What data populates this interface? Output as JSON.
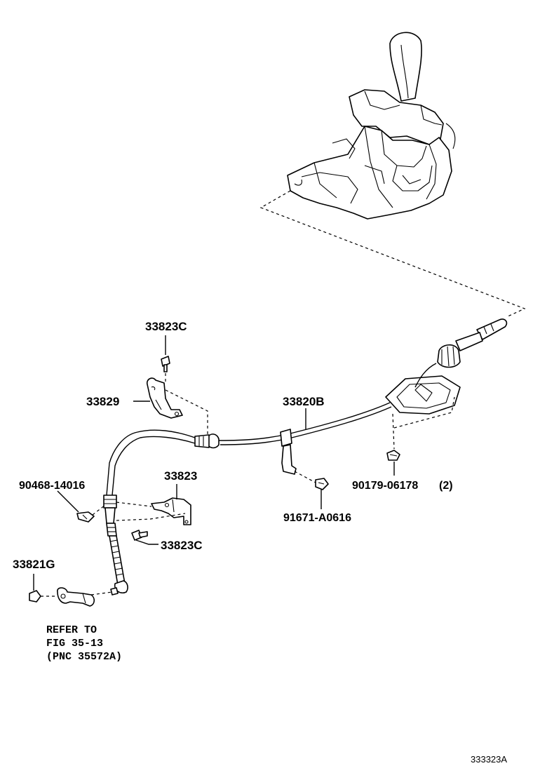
{
  "parts": {
    "bolt_33823C_top": "33823C",
    "bracket_33829": "33829",
    "cable_33820B": "33820B",
    "clip_90468": "90468-14016",
    "bracket_33823": "33823",
    "bolt_33823C_bottom": "33823C",
    "nut_33821G": "33821G",
    "bolt_91671": "91671-A0616",
    "nut_90179": "90179-06178",
    "nut_90179_qty": "(2)"
  },
  "reference_note": {
    "line1": "REFER TO",
    "line2": "FIG 35-13",
    "line3": "(PNC 35572A)"
  },
  "figure_code": "333323A"
}
